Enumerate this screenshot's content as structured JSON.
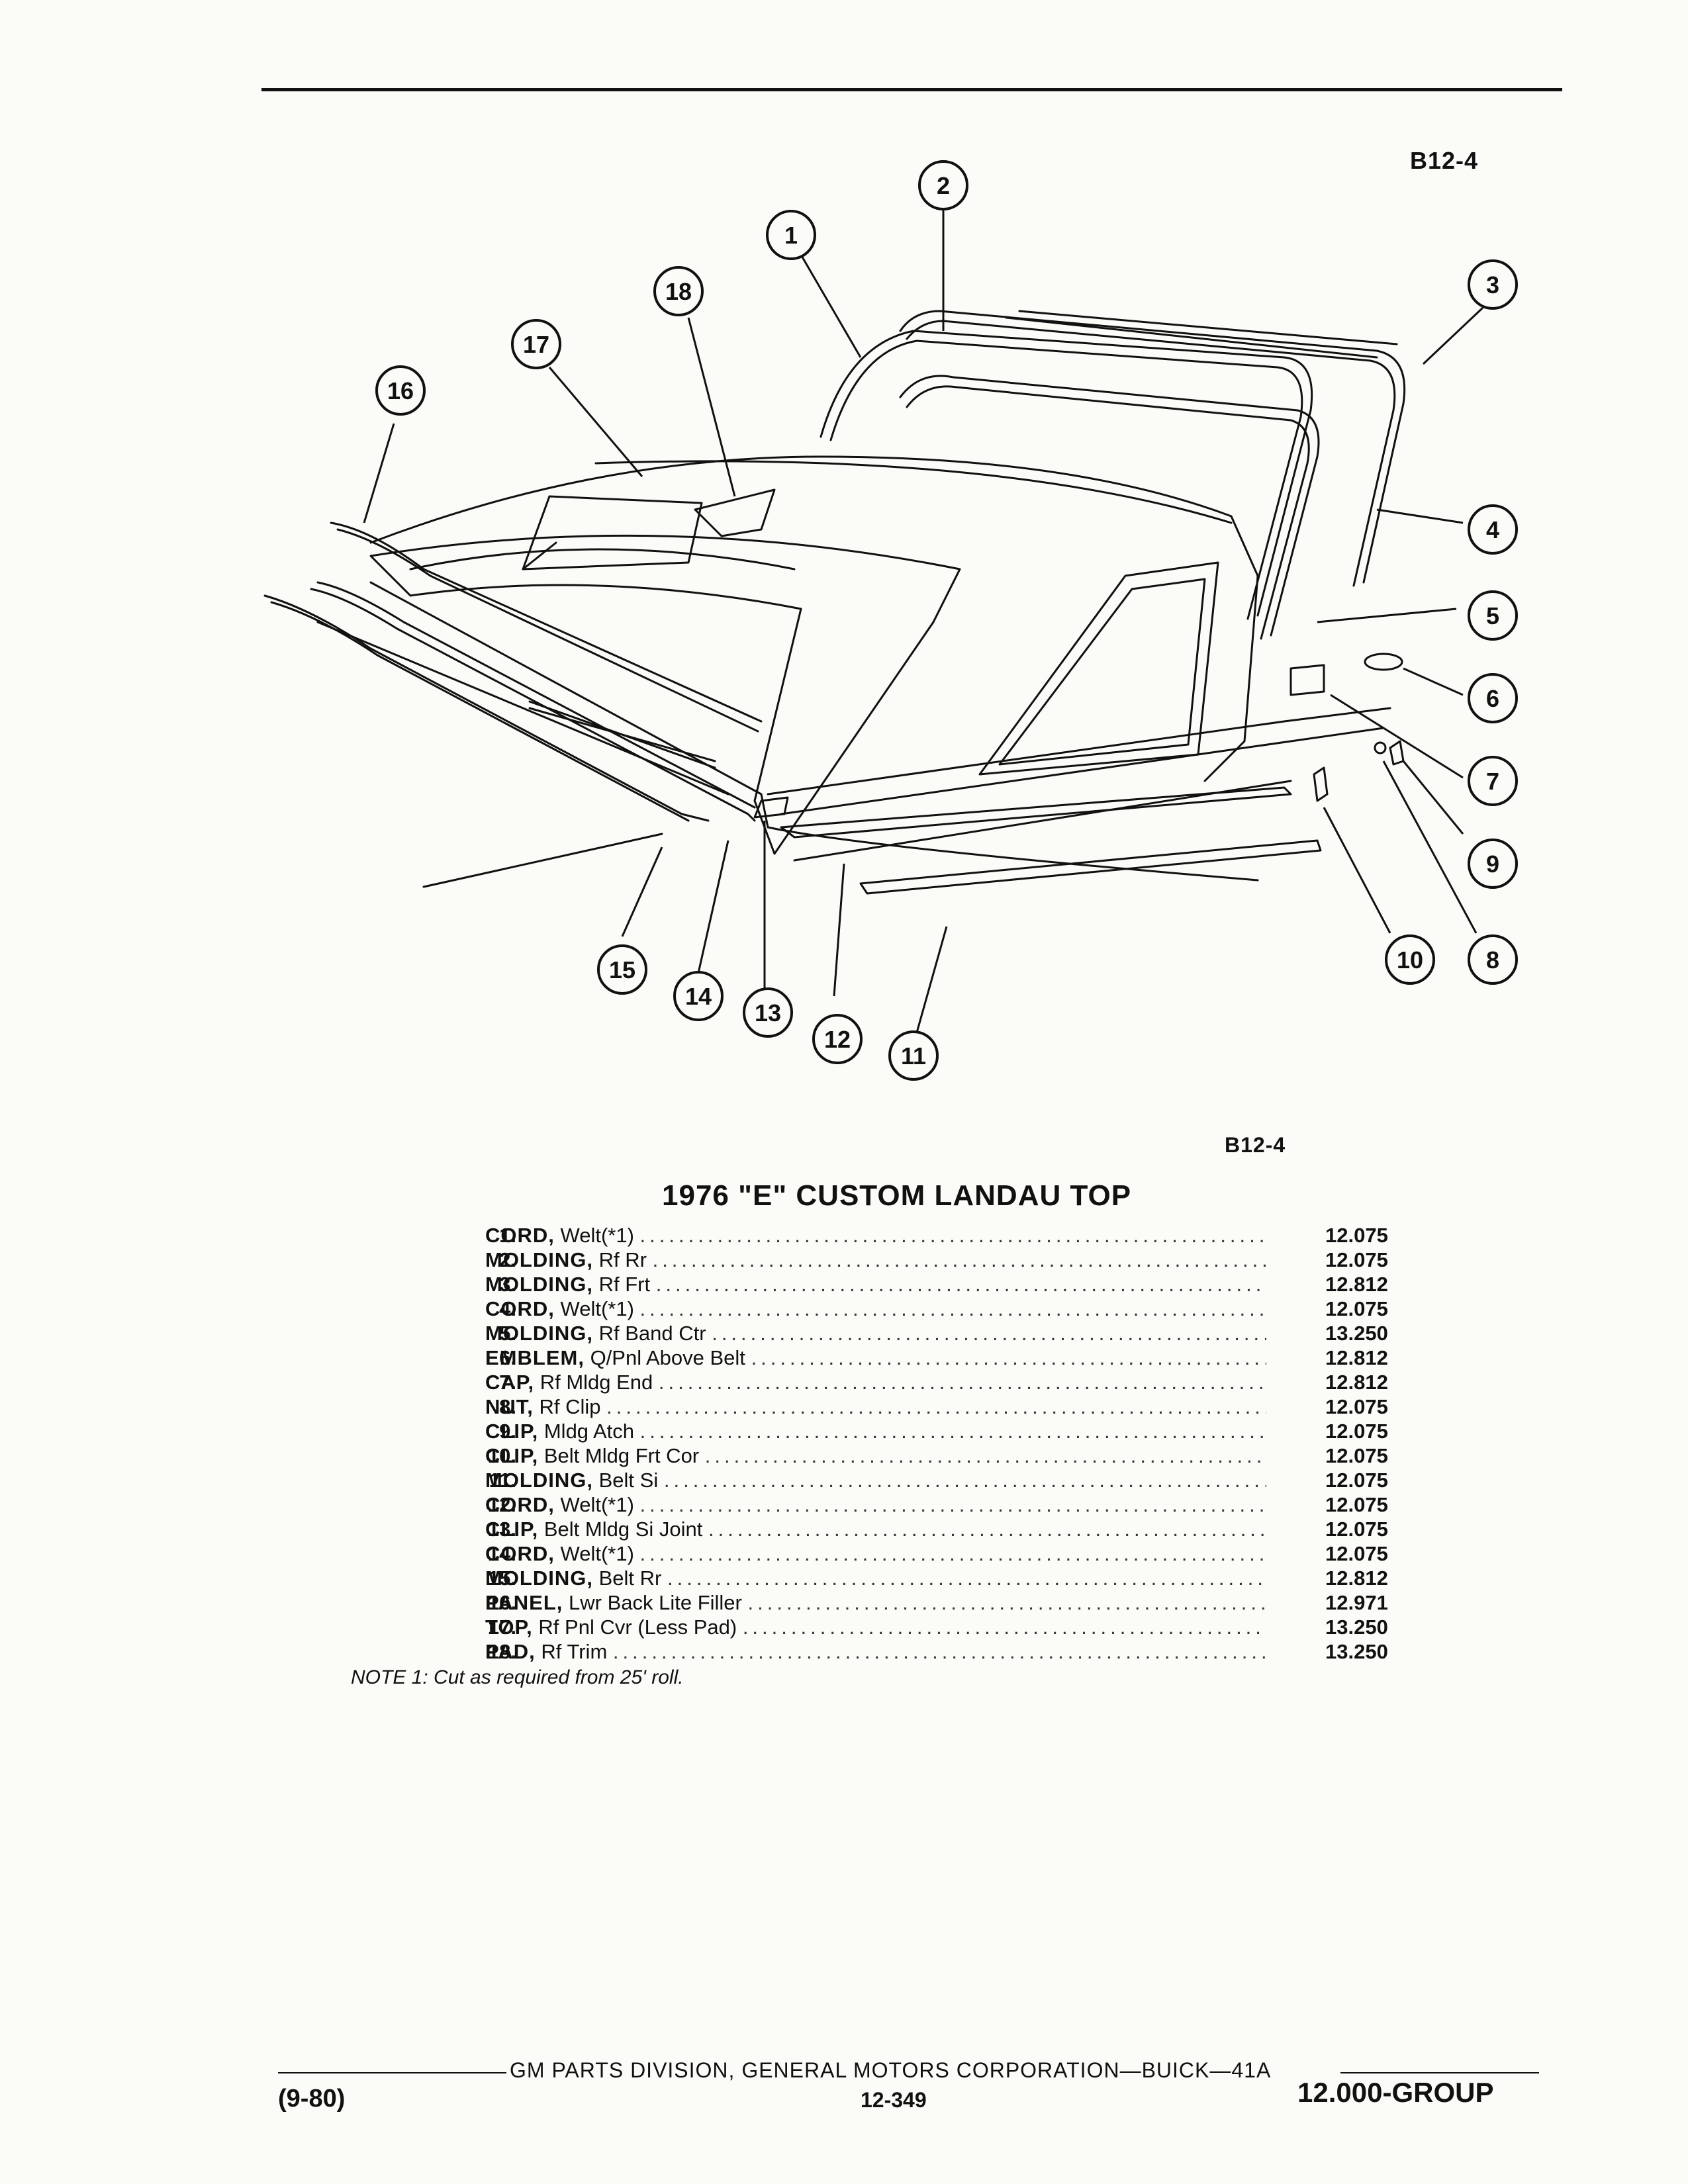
{
  "figure_code": "B12-4",
  "figure_code_bottom": "B12-4",
  "title": "1976 \"E\" CUSTOM LANDAU TOP",
  "callouts": [
    "1",
    "2",
    "3",
    "4",
    "5",
    "6",
    "7",
    "8",
    "9",
    "10",
    "11",
    "12",
    "13",
    "14",
    "15",
    "16",
    "17",
    "18"
  ],
  "parts": [
    {
      "num": "1.",
      "name": "CORD,",
      "desc": "Welt(*1)",
      "group": "12.075"
    },
    {
      "num": "2.",
      "name": "MOLDING,",
      "desc": "Rf Rr",
      "group": "12.075"
    },
    {
      "num": "3.",
      "name": "MOLDING,",
      "desc": "Rf Frt",
      "group": "12.812"
    },
    {
      "num": "4.",
      "name": "CORD,",
      "desc": "Welt(*1)",
      "group": "12.075"
    },
    {
      "num": "5.",
      "name": "MOLDING,",
      "desc": "Rf Band Ctr",
      "group": "13.250"
    },
    {
      "num": "6.",
      "name": "EMBLEM,",
      "desc": "Q/Pnl Above Belt",
      "group": "12.812"
    },
    {
      "num": "7.",
      "name": "CAP,",
      "desc": "Rf Mldg End",
      "group": "12.812"
    },
    {
      "num": "8.",
      "name": "NUT,",
      "desc": "Rf Clip",
      "group": "12.075"
    },
    {
      "num": "9.",
      "name": "CLIP,",
      "desc": "Mldg Atch",
      "group": "12.075"
    },
    {
      "num": "10.",
      "name": "CLIP,",
      "desc": "Belt Mldg Frt Cor",
      "group": "12.075"
    },
    {
      "num": "11.",
      "name": "MOLDING,",
      "desc": "Belt Si",
      "group": "12.075"
    },
    {
      "num": "12.",
      "name": "CORD,",
      "desc": "Welt(*1)",
      "group": "12.075"
    },
    {
      "num": "13.",
      "name": "CLIP,",
      "desc": "Belt Mldg Si Joint",
      "group": "12.075"
    },
    {
      "num": "14.",
      "name": "CORD,",
      "desc": "Welt(*1)",
      "group": "12.075"
    },
    {
      "num": "15.",
      "name": "MOLDING,",
      "desc": "Belt Rr",
      "group": "12.812"
    },
    {
      "num": "16.",
      "name": "PANEL,",
      "desc": "Lwr Back Lite Filler",
      "group": "12.971"
    },
    {
      "num": "17.",
      "name": "TOP,",
      "desc": "Rf Pnl Cvr (Less Pad)",
      "group": "13.250"
    },
    {
      "num": "18.",
      "name": "PAD,",
      "desc": "Rf Trim",
      "group": "13.250"
    }
  ],
  "note": "NOTE 1: Cut as required from 25' roll.",
  "footer": {
    "center": "GM PARTS DIVISION, GENERAL MOTORS CORPORATION—BUICK—41A",
    "page": "12-349",
    "date": "(9-80)",
    "group": "12.000-GROUP"
  }
}
